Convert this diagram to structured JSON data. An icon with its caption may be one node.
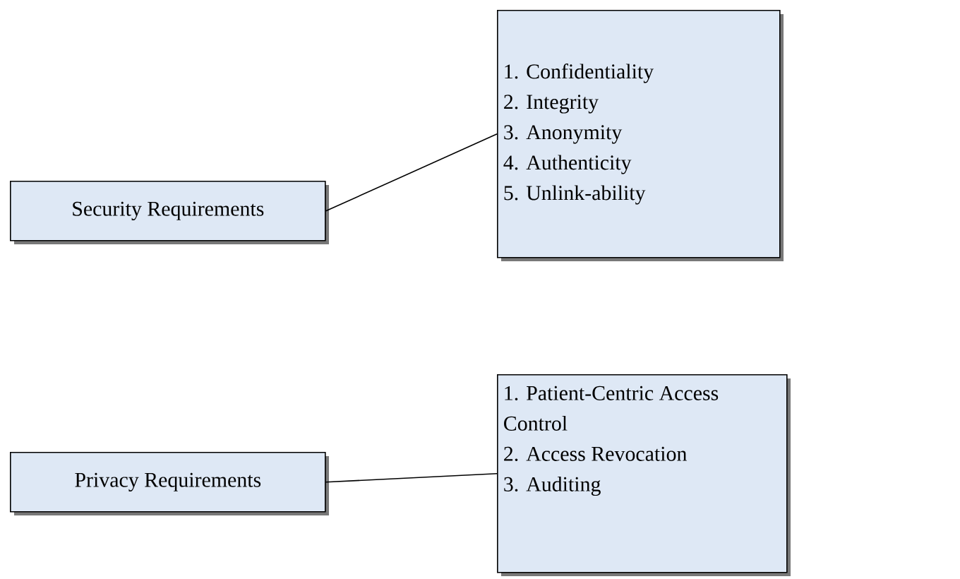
{
  "diagram": {
    "nodes": [
      {
        "text": [
          "Security Requirements"
        ]
      },
      {
        "text": [
          "1. Confidentiality",
          "2. Integrity",
          "3. Anonymity",
          "4. Authenticity",
          "5. Unlink-ability"
        ]
      },
      {
        "text": [
          "Privacy Requirements"
        ]
      },
      {
        "text": [
          "1. Patient-Centric Access Control",
          "2. Access Revocation",
          "3. Auditing"
        ]
      }
    ],
    "edges": [
      {
        "from": 0,
        "to": 1,
        "arrow": "none"
      },
      {
        "from": 2,
        "to": 3,
        "arrow": "none"
      }
    ]
  }
}
